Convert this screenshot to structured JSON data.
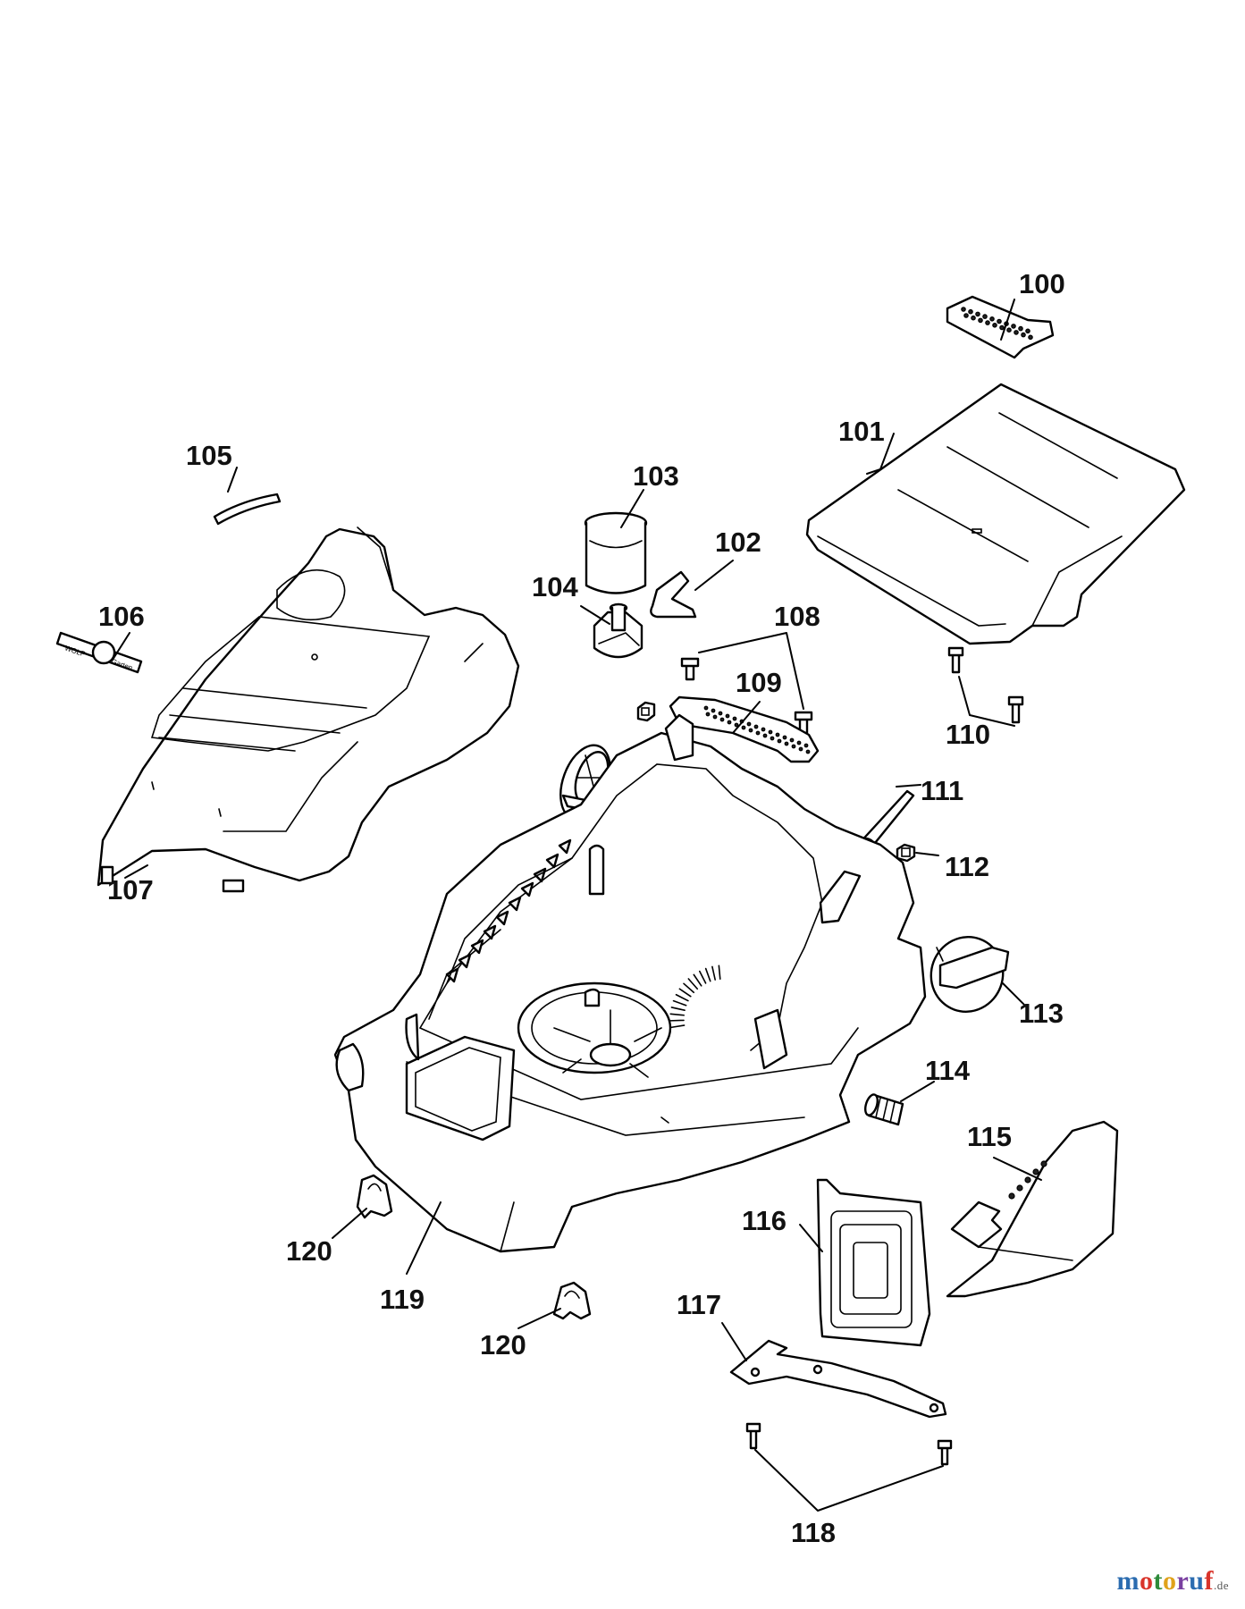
{
  "parts": {
    "p100": "100",
    "p101": "101",
    "p102": "102",
    "p103": "103",
    "p104": "104",
    "p105": "105",
    "p106": "106",
    "p107": "107",
    "p108": "108",
    "p109": "109",
    "p110": "110",
    "p111": "111",
    "p112": "112",
    "p113": "113",
    "p114": "114",
    "p115": "115",
    "p116": "116",
    "p117": "117",
    "p118": "118",
    "p119": "119",
    "p120a": "120",
    "p120b": "120"
  },
  "emblem": {
    "left": "WOLF",
    "right": "Garten"
  },
  "watermark": {
    "letters": [
      "m",
      "o",
      "t",
      "o",
      "r",
      "u",
      "f"
    ],
    "colors": [
      "#2b6cb0",
      "#d9342b",
      "#2e8b3a",
      "#e0a21b",
      "#7a3fa0",
      "#2b6cb0",
      "#d9342b"
    ],
    "suffix": ".de"
  }
}
